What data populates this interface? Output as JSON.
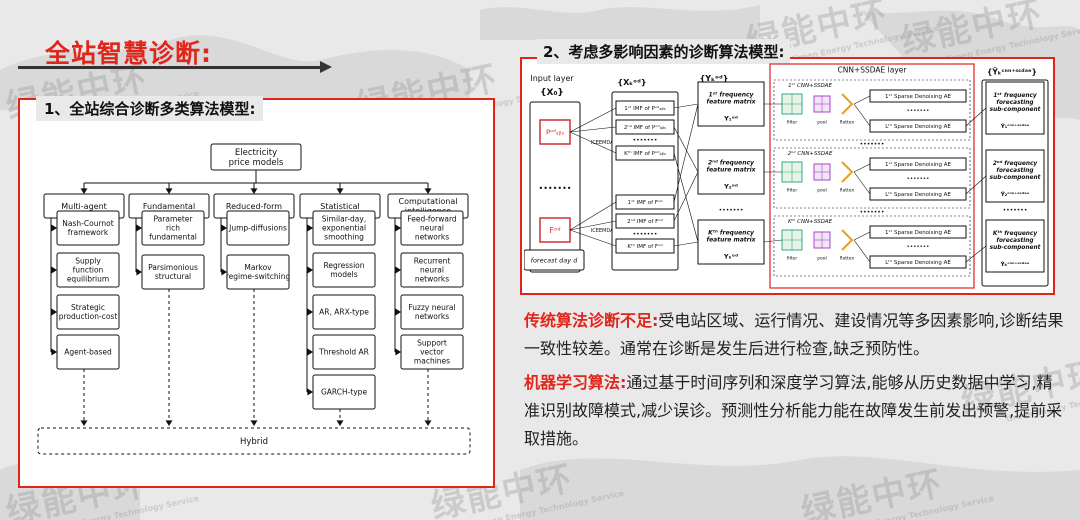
{
  "main_title": "全站智慧诊断:",
  "watermark": {
    "cn": "绿能中环",
    "en": "Green Energy Technology Service"
  },
  "left_panel": {
    "title": "1、全站综合诊断多类算法模型:",
    "diagram": {
      "root": "Electricity price models",
      "categories": [
        {
          "label": "Multi-agent",
          "children": [
            "Nash-Cournot framework",
            "Supply function equilibrium",
            "Strategic production-cost",
            "Agent-based"
          ]
        },
        {
          "label": "Fundamental",
          "children": [
            "Parameter rich fundamental",
            "Parsimonious structural"
          ]
        },
        {
          "label": "Reduced-form",
          "children": [
            "Jump-diffusions",
            "Markov regime-switching"
          ]
        },
        {
          "label": "Statistical",
          "children": [
            "Similar-day, exponential smoothing",
            "Regression models",
            "AR, ARX-type",
            "Threshold AR",
            "GARCH-type"
          ]
        },
        {
          "label": "Computational intelligence",
          "children": [
            "Feed-forward neural networks",
            "Recurrent neural networks",
            "Fuzzy neural networks",
            "Support vector machines"
          ]
        }
      ],
      "bottom": "Hybrid"
    }
  },
  "right_panel": {
    "title": "2、考虑多影响因素的诊断算法模型:",
    "diagram": {
      "input_layer": "Input layer",
      "cnn_layer": "CNN+SSDAE layer",
      "x0": "{X₀}",
      "xk": "{Xₖᵒᵈ}",
      "yk": "{Yₖᵒᵈ}",
      "yhat": "{Ŷₖᶜⁿⁿ⁺ˢˢᵈᵃᵉ}",
      "input_top": "Pᵒᵈₐᵦₛ",
      "input_bottom": "Fᵒᵈ",
      "iceemdan": "ICEEMDAN",
      "imf_top": [
        "1ˢᵗ IMF of Pᵒᵈₐᵦₛ",
        "2ⁿᵈ IMF of Pᵒᵈₐᵦₛ",
        "Kᵗʰ IMF of Pᵒᵈₐᵦₛ"
      ],
      "imf_bottom": [
        "1ˢᵗ IMF of Fᵒᵈ",
        "2ⁿᵈ IMF of Fᵒᵈ",
        "Kᵗʰ IMF of Fᵒᵈ"
      ],
      "freq_matrix": [
        "1ˢᵗ frequency feature matrix",
        "2ⁿᵈ frequency feature matrix",
        "Kᵗʰ frequency feature matrix"
      ],
      "freq_vec": [
        "Y₁ᵒᵈ",
        "Y₂ᵒᵈ",
        "Yₖᵒᵈ"
      ],
      "cnn_blocks": [
        "1ˢᵗ CNN+SSDAE",
        "2ⁿᵈ CNN+SSDAE",
        "Kᵗʰ CNN+SSDAE"
      ],
      "sda_first": "1ˢᵗ Sparse Denoising AE",
      "sda_last": "Lᵗʰ Sparse Denoising AE",
      "cnn_parts": [
        "filter",
        "pool",
        "flatten"
      ],
      "forecast_day": "forecast day d",
      "output_blocks": [
        "1ˢᵗ frequency forecasting sub-component",
        "2ⁿᵈ frequency forecasting sub-component",
        "Kᵗʰ frequency forecasting sub-component"
      ],
      "output_vec": [
        "Ŷ₁ᶜⁿⁿ⁺ˢˢᵈᵃᵉ",
        "Ŷ₂ᶜⁿⁿ⁺ˢˢᵈᵃᵉ",
        "Ŷₖᶜⁿⁿ⁺ˢˢᵈᵃᵉ"
      ],
      "dots": "•••••••"
    }
  },
  "paragraphs": [
    {
      "label": "传统算法诊断不足:",
      "text": "受电站区域、运行情况、建设情况等多因素影响,诊断结果一致性较差。通常在诊断是发生后进行检查,缺乏预防性。"
    },
    {
      "label": "机器学习算法:",
      "text": "通过基于时间序列和深度学习算法,能够从历史数据中学习,精准识别故障模式,减少误诊。预测性分析能力能在故障发生前发出预警,提前采取措施。"
    }
  ]
}
